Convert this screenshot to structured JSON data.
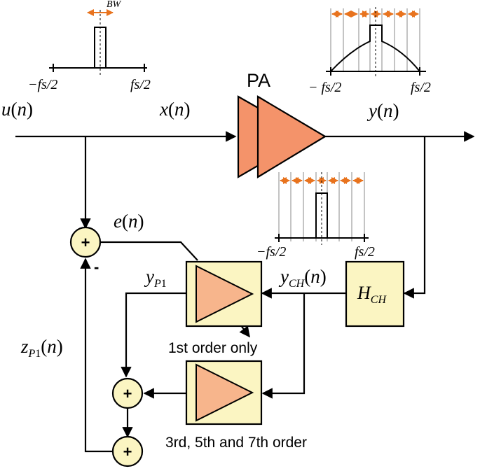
{
  "colors": {
    "pa_fill": "#F4936A",
    "amp_fill": "#F7B58C",
    "box_fill": "#FBF5C2",
    "adder_fill": "#FBF5C2",
    "bw_arrow": "#E8731E",
    "line": "#000000"
  },
  "labels": {
    "u": "u(n)",
    "x": "x(n)",
    "y": "y(n)",
    "pa": "PA",
    "e": "e(n)",
    "yp1": "yP1",
    "ych": "yCH(n)",
    "zp1": "zP1(n)",
    "hch": "HCH",
    "first_order": "1st order only",
    "higher_order": "3rd, 5th and 7th order",
    "minus_sign": "-",
    "plus_sign": "+"
  },
  "spectra": {
    "input": {
      "bw": "BW",
      "left": "−fs/2",
      "right": "fs/2"
    },
    "output": {
      "left": "− fs/2",
      "right": "fs/2"
    },
    "feedback": {
      "left": "−fs/2",
      "right": "fs/2"
    }
  },
  "icons": {
    "pa": "amplifier-triangle-icon",
    "amp1": "amplifier-triangle-icon",
    "amp2": "amplifier-triangle-icon",
    "adder": "summing-junction-icon"
  }
}
